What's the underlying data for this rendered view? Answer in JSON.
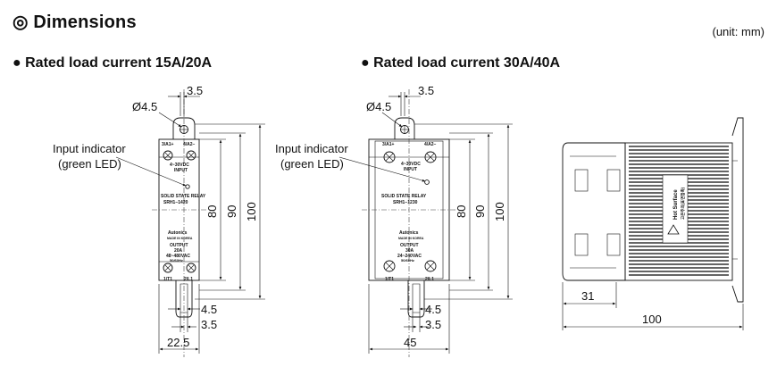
{
  "header": {
    "title": "◎ Dimensions",
    "unit": "(unit: mm)"
  },
  "sections": {
    "left_title": "● Rated load current 15A/20A",
    "right_title": "● Rated load current 30A/40A"
  },
  "left_drawing": {
    "hole": "Ø4.5",
    "top_offset": "3.5",
    "indicator_line1": "Input indicator",
    "indicator_line2": "(green LED)",
    "dim_80": "80",
    "dim_90": "90",
    "dim_100": "100",
    "dim_slot": "4.5",
    "dim_bottom_offset": "3.5",
    "dim_width": "22.5",
    "terminal_a1": "3/A1+",
    "terminal_a2": "4/A2−",
    "input_text": "4~30VDC",
    "input_label": "INPUT",
    "relay_name": "SOLID STATE RELAY",
    "model": "SRH1−1420",
    "brand": "Autonics",
    "made_in": "MADE IN KOREA",
    "output_label": "OUTPUT",
    "output_current": "20A",
    "output_voltage": "48~480VAC",
    "output_freq": "50/60Hz",
    "terminal_t1": "1/T1",
    "terminal_l1": "2/L1"
  },
  "right_drawing": {
    "hole": "Ø4.5",
    "top_offset": "3.5",
    "indicator_line1": "Input indicator",
    "indicator_line2": "(green LED)",
    "dim_80": "80",
    "dim_90": "90",
    "dim_100": "100",
    "dim_slot": "4.5",
    "dim_bottom_offset": "3.5",
    "dim_width": "45",
    "terminal_a1": "3/A1+",
    "terminal_a2": "4/A2−",
    "input_text": "4~30VDC",
    "input_label": "INPUT",
    "relay_name": "SOLID STATE RELAY",
    "model": "SRH1−1230",
    "brand": "Autonics",
    "made_in": "MADE IN KOREA",
    "output_label": "OUTPUT",
    "output_current": "30A",
    "output_voltage": "24~240VAC",
    "output_freq": "50/60Hz",
    "terminal_t1": "1/T1",
    "terminal_l1": "2/L1"
  },
  "side_view": {
    "dim_depth_front": "31",
    "dim_depth_total": "100",
    "warning_label": "Hot Surface",
    "warning_sub": "고온주의(표면접촉)"
  }
}
